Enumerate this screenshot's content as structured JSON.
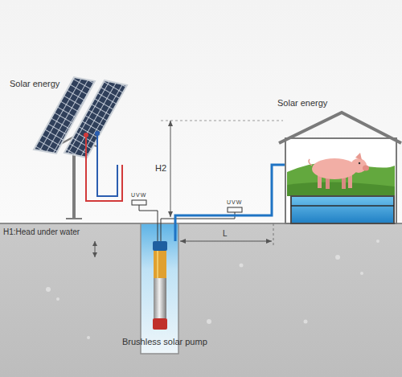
{
  "diagram": {
    "labels": [
      "Solar energy",
      "Solar energy",
      "H2",
      "UVW",
      "UVW",
      "H1:Head under water",
      "L",
      "Brushless solar pump"
    ]
  }
}
